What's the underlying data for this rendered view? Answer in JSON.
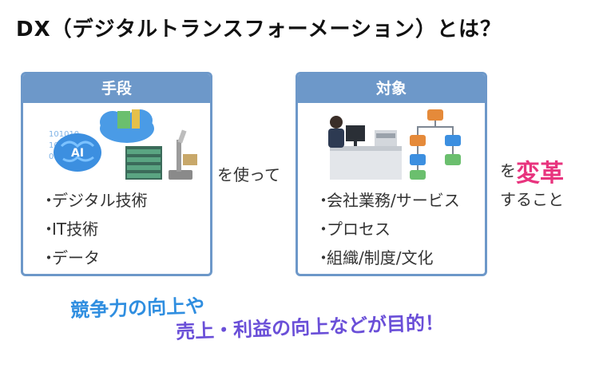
{
  "title": "DX（デジタルトランスフォーメーション）とは？",
  "left_box": {
    "header": "手段",
    "items": [
      "デジタル技術",
      "IT技術",
      "データ"
    ],
    "illus_text": "AI",
    "binary": [
      "101010",
      "10",
      "00"
    ]
  },
  "right_box": {
    "header": "対象",
    "items": [
      "会社業務/サービス",
      "プロセス",
      "組織/制度/文化"
    ]
  },
  "bullet": "・",
  "connector": "を使って",
  "result": {
    "prefix": "を",
    "emphasis": "変革",
    "suffix": "すること"
  },
  "purpose": {
    "line1": "競争力の向上や",
    "line2": "売上・利益の向上などが目的！"
  },
  "colors": {
    "box_border": "#6d98c9",
    "emphasis": "#e8347e",
    "purpose1": "#2f8ee0",
    "purpose2": "#6a4fd8"
  }
}
